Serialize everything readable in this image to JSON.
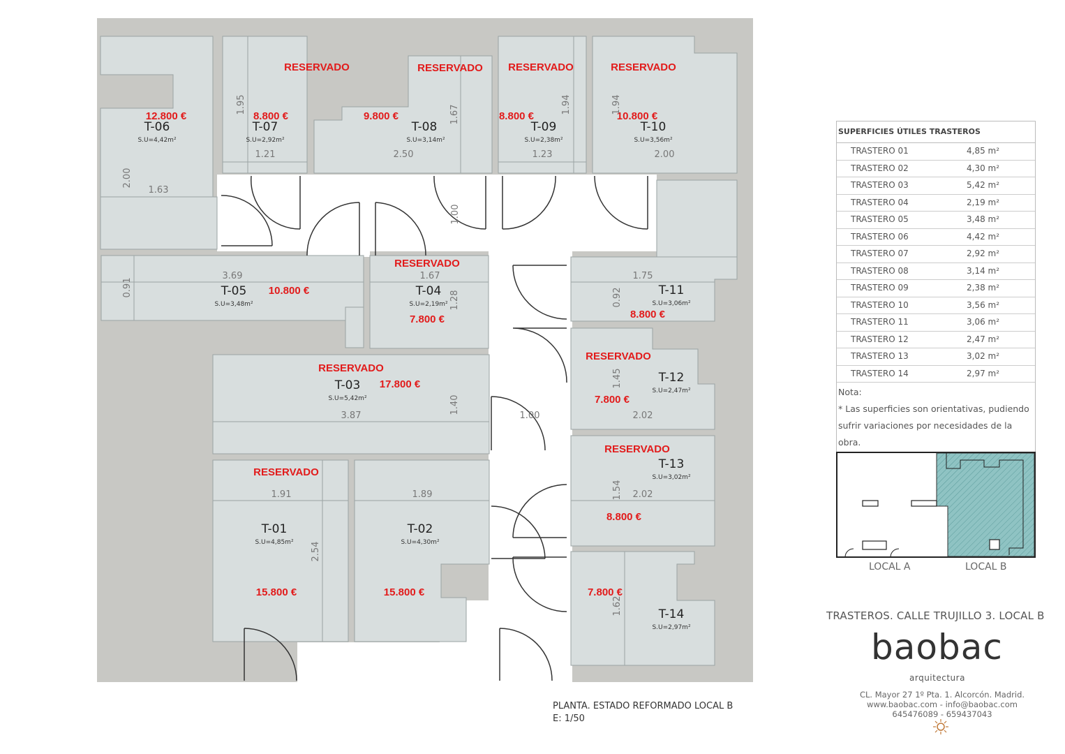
{
  "storerooms": [
    {
      "code": "T-01",
      "su": "S.U=4,85m²",
      "price": "15.800 €",
      "reserved": "RESERVADO"
    },
    {
      "code": "T-02",
      "su": "S.U=4,30m²",
      "price": "15.800 €",
      "reserved": ""
    },
    {
      "code": "T-03",
      "su": "S.U=5,42m²",
      "price": "17.800 €",
      "reserved": "RESERVADO"
    },
    {
      "code": "T-04",
      "su": "S.U=2,19m²",
      "price": "7.800 €",
      "reserved": "RESERVADO"
    },
    {
      "code": "T-05",
      "su": "S.U=3,48m²",
      "price": "10.800 €",
      "reserved": ""
    },
    {
      "code": "T-06",
      "su": "S.U=4,42m²",
      "price": "12.800 €",
      "reserved": ""
    },
    {
      "code": "T-07",
      "su": "S.U=2,92m²",
      "price": "8.800 €",
      "reserved": "RESERVADO"
    },
    {
      "code": "T-08",
      "su": "S.U=3,14m²",
      "price": "9.800 €",
      "reserved": "RESERVADO"
    },
    {
      "code": "T-09",
      "su": "S.U=2,38m²",
      "price": "8.800 €",
      "reserved": "RESERVADO"
    },
    {
      "code": "T-10",
      "su": "S.U=3,56m²",
      "price": "10.800 €",
      "reserved": "RESERVADO"
    },
    {
      "code": "T-11",
      "su": "S.U=3,06m²",
      "price": "8.800 €",
      "reserved": ""
    },
    {
      "code": "T-12",
      "su": "S.U=2,47m²",
      "price": "7.800 €",
      "reserved": "RESERVADO"
    },
    {
      "code": "T-13",
      "su": "S.U=3,02m²",
      "price": "8.800 €",
      "reserved": "RESERVADO"
    },
    {
      "code": "T-14",
      "su": "S.U=2,97m²",
      "price": "7.800 €",
      "reserved": ""
    }
  ],
  "dimensions": [
    "1.95",
    "1.67",
    "1.94",
    "1.94",
    "1.21",
    "2.50",
    "1.23",
    "2.00",
    "2.00",
    "1.63",
    "1.00",
    "3.69",
    "0.91",
    "1.67",
    "1.28",
    "1.75",
    "0.92",
    "1.45",
    "1.40",
    "3.87",
    "1.00",
    "2.02",
    "1.91",
    "1.89",
    "2.54",
    "1.54",
    "2.02",
    "1.62"
  ],
  "table": {
    "title": "SUPERFICIES ÚTILES TRASTEROS",
    "rows": [
      {
        "name": "TRASTERO 01",
        "area": "4,85 m²"
      },
      {
        "name": "TRASTERO 02",
        "area": "4,30 m²"
      },
      {
        "name": "TRASTERO 03",
        "area": "5,42 m²"
      },
      {
        "name": "TRASTERO 04",
        "area": "2,19 m²"
      },
      {
        "name": "TRASTERO 05",
        "area": "3,48 m²"
      },
      {
        "name": "TRASTERO 06",
        "area": "4,42 m²"
      },
      {
        "name": "TRASTERO 07",
        "area": "2,92 m²"
      },
      {
        "name": "TRASTERO 08",
        "area": "3,14 m²"
      },
      {
        "name": "TRASTERO 09",
        "area": "2,38 m²"
      },
      {
        "name": "TRASTERO 10",
        "area": "3,56 m²"
      },
      {
        "name": "TRASTERO 11",
        "area": "3,06 m²"
      },
      {
        "name": "TRASTERO 12",
        "area": "2,47 m²"
      },
      {
        "name": "TRASTERO 13",
        "area": "3,02 m²"
      },
      {
        "name": "TRASTERO 14",
        "area": "2,97 m²"
      }
    ],
    "note_label": "Nota:",
    "note_line1": "* Las superficies son orientativas, pudiendo",
    "note_line2": "sufrir variaciones por necesidades de la obra."
  },
  "locator": {
    "label_a": "LOCAL A",
    "label_b": "LOCAL B",
    "highlight_color": "#8fc3c3"
  },
  "branding": {
    "title": "TRASTEROS. CALLE TRUJILLO 3. LOCAL B",
    "logo": "baobac",
    "logo_sub": "arquitectura",
    "address": "CL. Mayor 27 1º Pta. 1. Alcorcón. Madrid.",
    "web": "www.baobac.com - info@baobac.com",
    "phones": "645476089 - 659437043"
  },
  "plan": {
    "caption": "PLANTA. ESTADO REFORMADO LOCAL B",
    "scale": "E: 1/50"
  },
  "colors": {
    "wall": "#c8c8c4",
    "room": "#d8dede",
    "price": "#e21b1b",
    "line": "#333333"
  }
}
